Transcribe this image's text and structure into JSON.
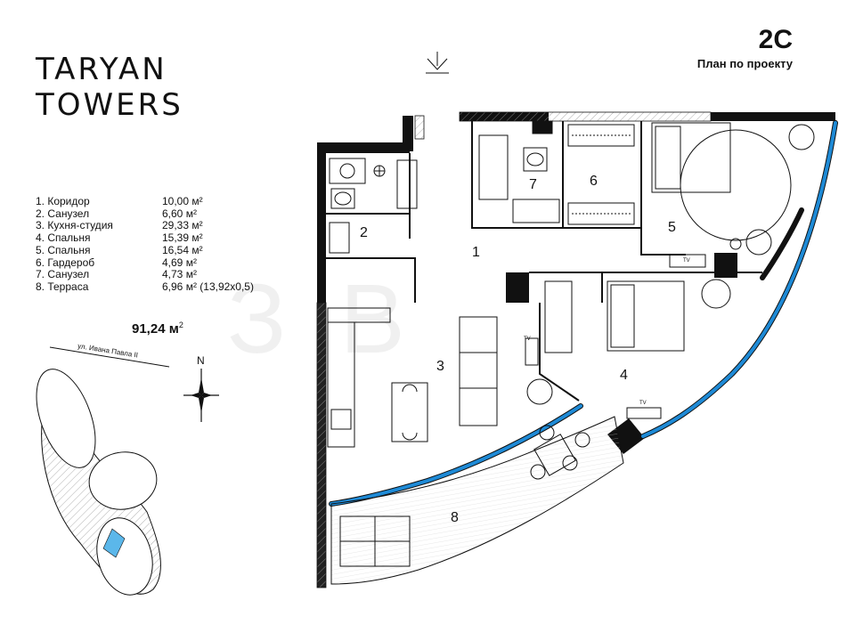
{
  "brand": {
    "line1": "TARYAN",
    "line2": "TOWERS"
  },
  "unit": {
    "code": "2C",
    "plan_note": "План по проекту"
  },
  "rooms": [
    {
      "name": "1. Коридор",
      "area": "10,00 м²"
    },
    {
      "name": "2. Санузел",
      "area": "6,60 м²"
    },
    {
      "name": "3. Кухня-студия",
      "area": "29,33 м²"
    },
    {
      "name": "4. Спальня",
      "area": "15,39 м²"
    },
    {
      "name": "5. Спальня",
      "area": "16,54 м²"
    },
    {
      "name": "6. Гардероб",
      "area": "4,69 м²"
    },
    {
      "name": "7. Санузел",
      "area": "4,73 м²"
    },
    {
      "name": "8. Терраса",
      "area": "6,96 м² (13,92х0,5)"
    }
  ],
  "total": {
    "value": "91,24",
    "unit": "м",
    "sup": "2"
  },
  "street": "ул. Ивана Павла II",
  "north": "N",
  "room_numbers": [
    "1",
    "2",
    "3",
    "4",
    "5",
    "6",
    "7",
    "8"
  ],
  "tv_label": "TV",
  "colors": {
    "window": "#1e8ad6",
    "wall": "#111111",
    "highlight": "#5bb7ea"
  }
}
